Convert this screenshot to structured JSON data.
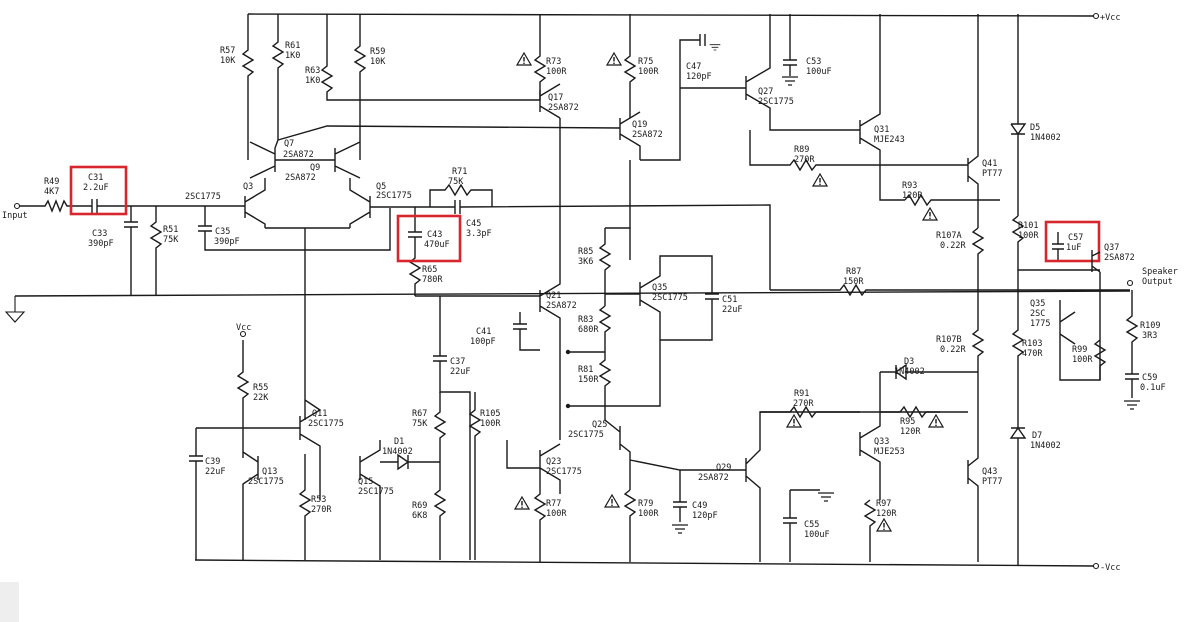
{
  "rails": {
    "vcc_top": "+Vcc",
    "vcc_bottom": "-Vcc",
    "vcc_local": "Vcc"
  },
  "io": {
    "input": "Input",
    "output_line1": "Speaker",
    "output_line2": "Output"
  },
  "highlight_color": "#d8262e",
  "warning_icon": "warning-triangle-icon",
  "components": {
    "R49": {
      "ref": "R49",
      "val": "4K7"
    },
    "C31": {
      "ref": "C31",
      "val": "2.2uF"
    },
    "C33": {
      "ref": "C33",
      "val": "390pF"
    },
    "R51": {
      "ref": "R51",
      "val": "75K"
    },
    "R57": {
      "ref": "R57",
      "val": "10K"
    },
    "R61": {
      "ref": "R61",
      "val": "1K0"
    },
    "R63": {
      "ref": "R63",
      "val": "1K0"
    },
    "R59": {
      "ref": "R59",
      "val": "10K"
    },
    "Q7": {
      "ref": "Q7",
      "val": "2SA872"
    },
    "Q9": {
      "ref": "Q9",
      "val": "2SA872"
    },
    "Q3": {
      "ref": "Q3",
      "val": "2SC1775"
    },
    "Q5": {
      "ref": "Q5",
      "val": "2SC1775"
    },
    "C35": {
      "ref": "C35",
      "val": "390pF"
    },
    "R71": {
      "ref": "R71",
      "val": "75K"
    },
    "C45": {
      "ref": "C45",
      "val": "3.3pF"
    },
    "C43": {
      "ref": "C43",
      "val": "470uF"
    },
    "R65": {
      "ref": "R65",
      "val": "780R"
    },
    "R73": {
      "ref": "R73",
      "val": "100R"
    },
    "R75": {
      "ref": "R75",
      "val": "100R"
    },
    "Q17": {
      "ref": "Q17",
      "val": "2SA872"
    },
    "Q19": {
      "ref": "Q19",
      "val": "2SA872"
    },
    "C47": {
      "ref": "C47",
      "val": "120pF"
    },
    "Q27": {
      "ref": "Q27",
      "val": "2SC1775"
    },
    "C53": {
      "ref": "C53",
      "val": "100uF"
    },
    "Q31": {
      "ref": "Q31",
      "val": "MJE243"
    },
    "R89": {
      "ref": "R89",
      "val": "270R"
    },
    "Q41": {
      "ref": "Q41",
      "val": "PT77"
    },
    "R93": {
      "ref": "R93",
      "val": "120R"
    },
    "D5": {
      "ref": "D5",
      "val": "1N4002"
    },
    "R107A": {
      "ref": "R107A",
      "val": "0.22R"
    },
    "R101": {
      "ref": "R101",
      "val": "100R"
    },
    "C57": {
      "ref": "C57",
      "val": "1uF"
    },
    "Q37": {
      "ref": "Q37",
      "val": "2SA872"
    },
    "R85": {
      "ref": "R85",
      "val": "3K6"
    },
    "Q35a": {
      "ref": "Q35",
      "val": "2SC1775"
    },
    "C51": {
      "ref": "C51",
      "val": "22uF"
    },
    "R87": {
      "ref": "R87",
      "val": "150R"
    },
    "Q21": {
      "ref": "Q21",
      "val": "2SA872"
    },
    "C41": {
      "ref": "C41",
      "val": "100pF"
    },
    "R83": {
      "ref": "R83",
      "val": "680R"
    },
    "R81": {
      "ref": "R81",
      "val": "150R"
    },
    "Q35b": {
      "ref": "Q35",
      "val1": "2SC",
      "val2": "1775"
    },
    "R109": {
      "ref": "R109",
      "val": "3R3"
    },
    "R107B": {
      "ref": "R107B",
      "val": "0.22R"
    },
    "R103": {
      "ref": "R103",
      "val": "470R"
    },
    "R99": {
      "ref": "R99",
      "val": "100R"
    },
    "C59": {
      "ref": "C59",
      "val": "0.1uF"
    },
    "C37": {
      "ref": "C37",
      "val": "22uF"
    },
    "R55": {
      "ref": "R55",
      "val": "22K"
    },
    "Q11": {
      "ref": "Q11",
      "val": "2SC1775"
    },
    "R67": {
      "ref": "R67",
      "val": "75K"
    },
    "R105": {
      "ref": "R105",
      "val": "100R"
    },
    "D1": {
      "ref": "D1",
      "val": "1N4002"
    },
    "D3": {
      "ref": "D3",
      "val": "1N4002"
    },
    "R91": {
      "ref": "R91",
      "val": "270R"
    },
    "R95": {
      "ref": "R95",
      "val": "120R"
    },
    "Q25": {
      "ref": "Q25",
      "val": "2SC1775"
    },
    "C39": {
      "ref": "C39",
      "val": "22uF"
    },
    "Q13": {
      "ref": "Q13",
      "val": "2SC1775"
    },
    "Q15": {
      "ref": "Q15",
      "val": "2SC1775"
    },
    "R53": {
      "ref": "R53",
      "val": "270R"
    },
    "R69": {
      "ref": "R69",
      "val": "6K8"
    },
    "Q23": {
      "ref": "Q23",
      "val": "2SC1775"
    },
    "Q29": {
      "ref": "Q29",
      "val": "2SA872"
    },
    "Q33": {
      "ref": "Q33",
      "val": "MJE253"
    },
    "Q43": {
      "ref": "Q43",
      "val": "PT77"
    },
    "D7": {
      "ref": "D7",
      "val": "1N4002"
    },
    "R77": {
      "ref": "R77",
      "val": "100R"
    },
    "R79": {
      "ref": "R79",
      "val": "100R"
    },
    "C49": {
      "ref": "C49",
      "val": "120pF"
    },
    "C55": {
      "ref": "C55",
      "val": "100uF"
    },
    "R97": {
      "ref": "R97",
      "val": "120R"
    }
  }
}
